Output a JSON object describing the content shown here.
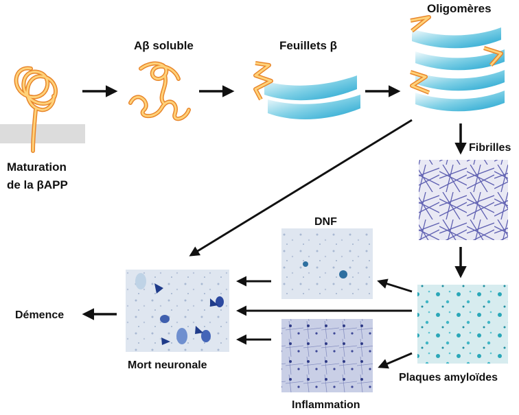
{
  "labels": {
    "maturation_line1": "Maturation",
    "maturation_line2": "de la βAPP",
    "abeta_soluble": "Aβ soluble",
    "feuillets": "Feuillets β",
    "oligomeres": "Oligomères",
    "fibrilles": "Fibrilles",
    "dnf": "DNF",
    "plaques": "Plaques amyloïdes",
    "mort": "Mort neuronale",
    "inflammation": "Inflammation",
    "demence": "Démence"
  },
  "colors": {
    "peptide_fill": "#ffd27a",
    "peptide_stroke": "#e8852a",
    "sheet": "#33b5d6",
    "membrane": "#dcdcdc",
    "fibril_stain": "#3a3ca0",
    "plaque_stain": "#2aa7b8",
    "tissue_bg": "#dfe6f0",
    "arrow": "#111111"
  },
  "icons": [
    "peptide-coil",
    "beta-sheet",
    "fibril-micrograph",
    "plaque-micrograph",
    "neuron-micrograph",
    "dnf-micrograph",
    "inflammation-micrograph"
  ]
}
